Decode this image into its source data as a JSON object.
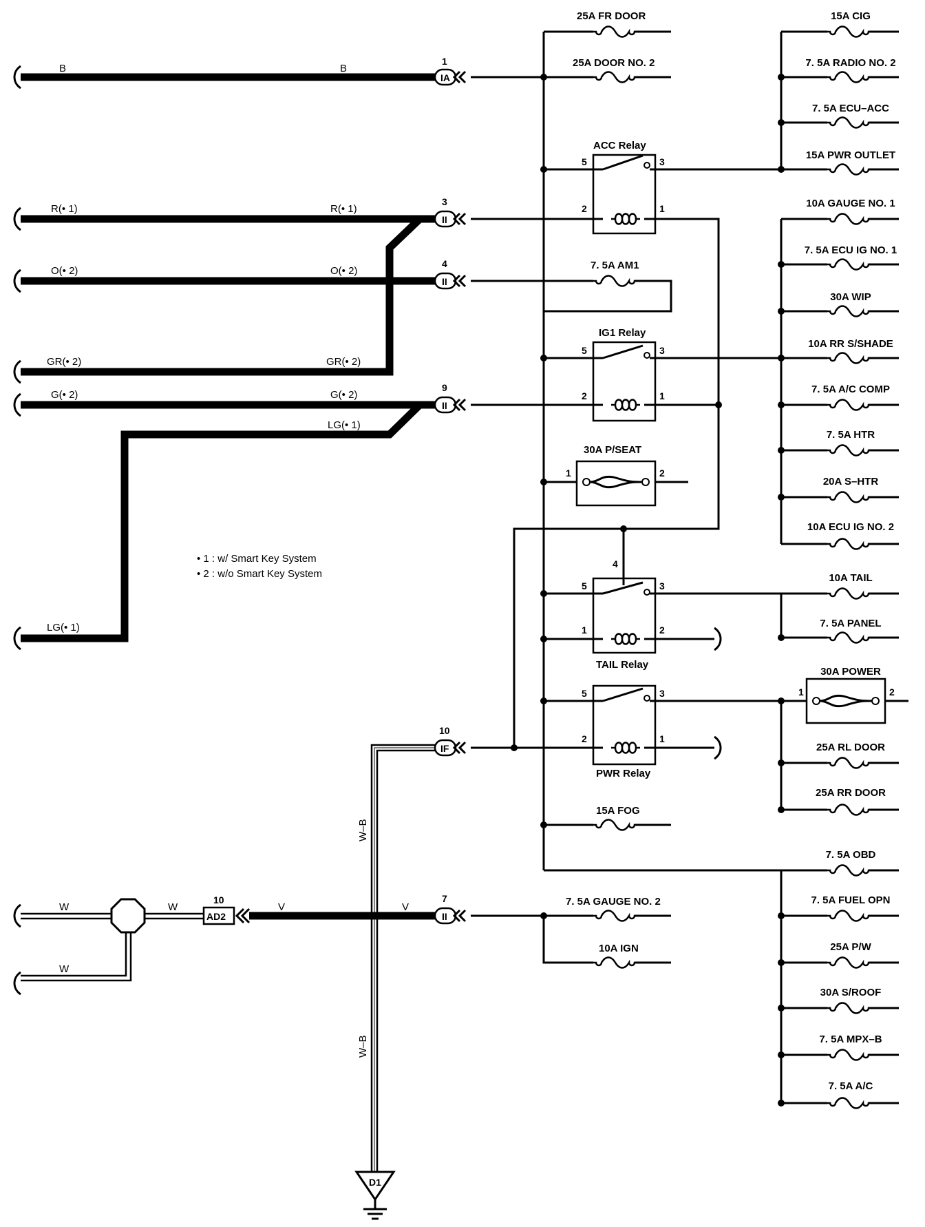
{
  "fuses_center": {
    "fr_door": "25A FR DOOR",
    "door_no2": "25A DOOR NO. 2",
    "am1": "7. 5A AM1",
    "p_seat": "30A P/SEAT",
    "fog": "15A FOG",
    "gauge_no2": "7. 5A GAUGE NO. 2",
    "ign": "10A IGN"
  },
  "fuses_right": [
    "15A CIG",
    "7. 5A RADIO NO. 2",
    "7. 5A ECU–ACC",
    "15A PWR OUTLET",
    "10A GAUGE NO. 1",
    "7. 5A ECU IG NO. 1",
    "30A WIP",
    "10A RR S/SHADE",
    "7. 5A A/C COMP",
    "7. 5A HTR",
    "20A S–HTR",
    "10A ECU IG NO. 2",
    "10A TAIL",
    "7. 5A PANEL",
    "30A POWER",
    "25A RL DOOR",
    "25A RR DOOR",
    "7. 5A OBD",
    "7. 5A FUEL OPN",
    "25A P/W",
    "30A S/ROOF",
    "7. 5A MPX–B",
    "7. 5A A/C"
  ],
  "relays": {
    "acc": "ACC Relay",
    "ig1": "IG1 Relay",
    "tail": "TAIL Relay",
    "pwr": "PWR Relay"
  },
  "pins": {
    "p1": "1",
    "p2": "2",
    "p3": "3",
    "p4": "4",
    "p5": "5"
  },
  "connectors": {
    "c1_num": "1",
    "c1_code": "IA",
    "c3_num": "3",
    "c3_code": "II",
    "c4_num": "4",
    "c4_code": "II",
    "c9_num": "9",
    "c9_code": "II",
    "c10_num": "10",
    "c10_code": "IF",
    "c7_num": "7",
    "c7_code": "II",
    "ad2_num": "10",
    "ad2_code": "AD2",
    "ground": "D1"
  },
  "wires": {
    "b_left": "B",
    "b_right": "B",
    "r1_left": "R(• 1)",
    "r1_right": "R(• 1)",
    "o2_left": "O(• 2)",
    "o2_right": "O(• 2)",
    "gr2_left": "GR(• 2)",
    "gr2_right": "GR(• 2)",
    "g2_left": "G(• 2)",
    "g2_right": "G(• 2)",
    "lg1_mid": "LG(• 1)",
    "lg1_left": "LG(• 1)",
    "w_top": "W",
    "w_mid": "W",
    "w_bot": "W",
    "v_left": "V",
    "v_right": "V",
    "wb_top": "W–B",
    "wb_bot": "W–B"
  },
  "notes": {
    "n1": "• 1 : w/ Smart Key System",
    "n2": "• 2 : w/o Smart Key System"
  }
}
